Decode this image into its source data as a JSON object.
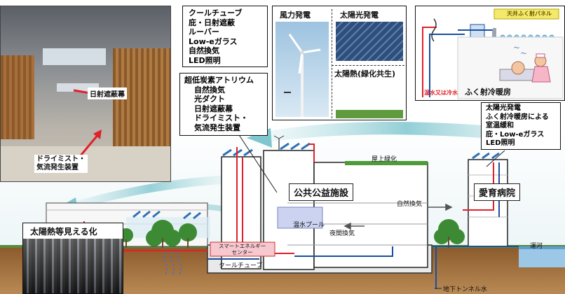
{
  "atrium_photo": {
    "label_shade": "日射遮蔽幕",
    "label_mist": [
      "ドライミスト・",
      "気流発生装置"
    ]
  },
  "passive_box": {
    "lines": [
      "クールチューブ",
      "庇・日射遮蔽",
      "ルーバー",
      "Low-eガラス",
      "自然換気",
      "LED照明"
    ]
  },
  "atrium_box": {
    "title": "超低炭素アトリウム",
    "lines": [
      "自然換気",
      "光ダクト",
      "日射遮蔽幕",
      "ドライミスト・",
      "気流発生装置"
    ]
  },
  "energy_panel": {
    "wind": "風力発電",
    "solar_pv": "太陽光発電",
    "solar_thermal": "太陽熱(緑化共生)"
  },
  "radiant_panel": {
    "ceiling_label": "天井ふく射パネル",
    "water_label": "温水又は冷水",
    "caption": "ふく射冷暖房"
  },
  "hospital_box": {
    "lines": [
      "太陽光発電",
      "ふく射冷暖房による",
      "室温緩和",
      "庇・Low-eガラス",
      "LED照明"
    ]
  },
  "section": {
    "roof_green": "屋上緑化",
    "public_facility": "公共公益施設",
    "hospital": "愛育病院",
    "natural_ventilation": "自然換気",
    "warm_pool": "温水プール",
    "night_ventilation": "夜間換気",
    "smart_energy": [
      "スマートエネルギー",
      "センター"
    ],
    "cool_tube": "クールチューブ",
    "canal": "運河",
    "tunnel_water": "地下トンネル水"
  },
  "thermal_photo": {
    "title": "太陽熱等見える化"
  },
  "colors": {
    "hot_pipe": "#e0202a",
    "cold_pipe": "#1a4fa0",
    "airflow": "#7fc6cf",
    "ground": "#7a4a1e",
    "tree": "#3d8a35"
  }
}
